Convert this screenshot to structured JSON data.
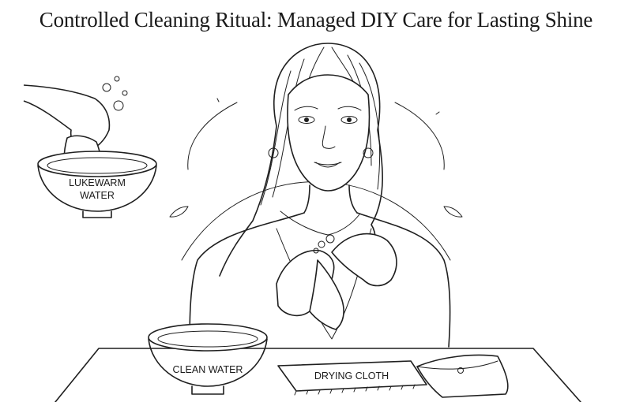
{
  "title": "Controlled Cleaning Ritual: Managed DIY Care for Lasting Shine",
  "labels": {
    "lukewarm_water": [
      "LUKEWARM",
      "WATER"
    ],
    "clean_water": "CLEAN WATER",
    "drying_cloth": "DRYING CLOTH"
  },
  "colors": {
    "ink": "#1f1f1f",
    "paper": "#ffffff"
  },
  "icons": [
    "bubble-icon",
    "hand-icon",
    "bowl-icon",
    "cloth-icon",
    "pouch-icon"
  ]
}
